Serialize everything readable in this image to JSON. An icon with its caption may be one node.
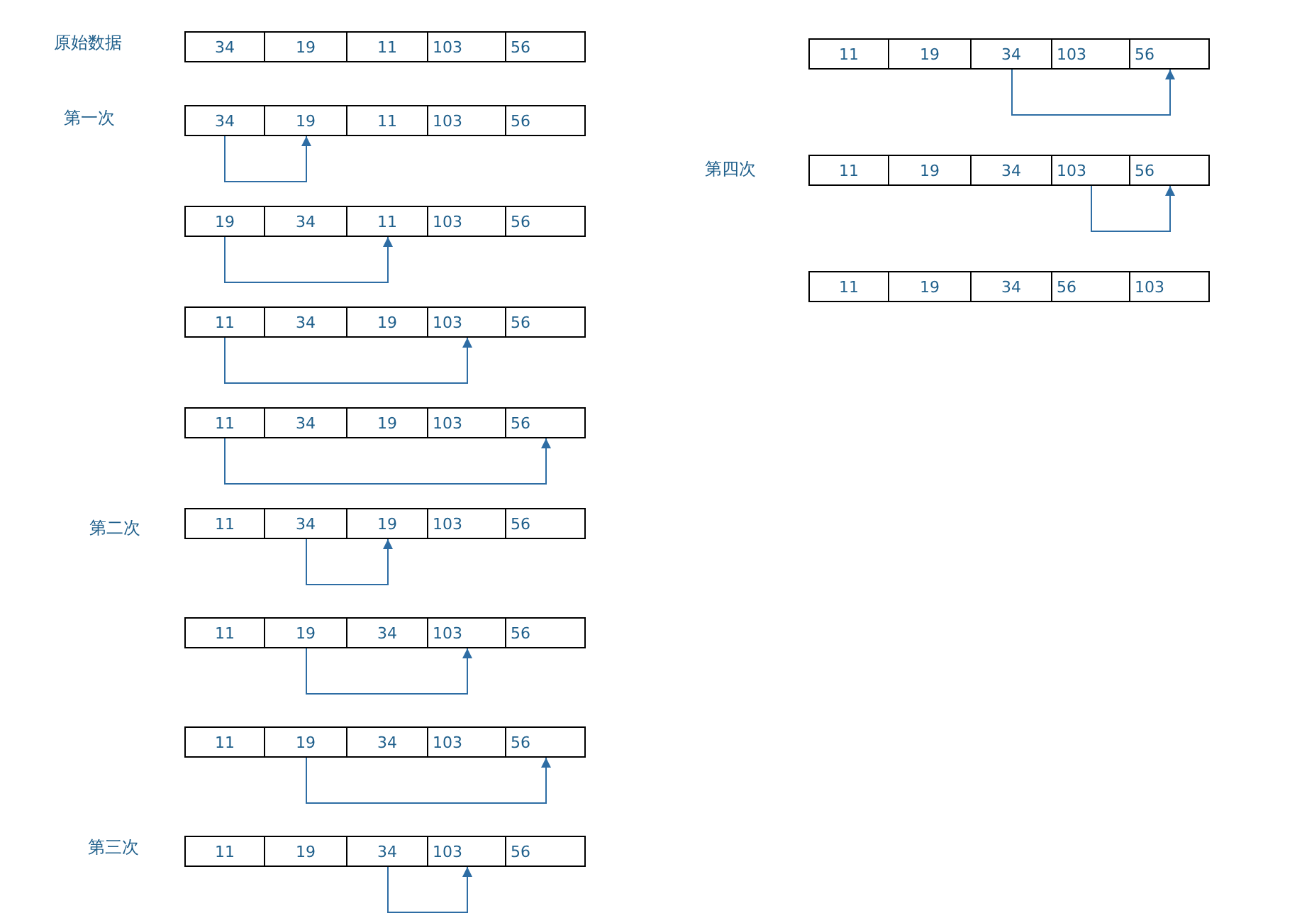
{
  "diagram": {
    "nodes": [
      {
        "text": [
          "34"
        ]
      },
      {
        "text": [
          "19"
        ]
      },
      {
        "text": [
          "11"
        ]
      },
      {
        "text": [
          "103"
        ]
      },
      {
        "text": [
          "56"
        ]
      },
      {
        "text": [
          "34"
        ]
      },
      {
        "text": [
          "19"
        ]
      },
      {
        "text": [
          "11"
        ]
      },
      {
        "text": [
          "103"
        ]
      },
      {
        "text": [
          "56"
        ]
      },
      {
        "text": [
          "19"
        ]
      },
      {
        "text": [
          "34"
        ]
      },
      {
        "text": [
          "11"
        ]
      },
      {
        "text": [
          "103"
        ]
      },
      {
        "text": [
          "56"
        ]
      },
      {
        "text": [
          "11"
        ]
      },
      {
        "text": [
          "34"
        ]
      },
      {
        "text": [
          "19"
        ]
      },
      {
        "text": [
          "103"
        ]
      },
      {
        "text": [
          "56"
        ]
      },
      {
        "text": [
          "11"
        ]
      },
      {
        "text": [
          "34"
        ]
      },
      {
        "text": [
          "19"
        ]
      },
      {
        "text": [
          "103"
        ]
      },
      {
        "text": [
          "56"
        ]
      },
      {
        "text": [
          "11"
        ]
      },
      {
        "text": [
          "34"
        ]
      },
      {
        "text": [
          "19"
        ]
      },
      {
        "text": [
          "103"
        ]
      },
      {
        "text": [
          "56"
        ]
      },
      {
        "text": [
          "11"
        ]
      },
      {
        "text": [
          "19"
        ]
      },
      {
        "text": [
          "34"
        ]
      },
      {
        "text": [
          "103"
        ]
      },
      {
        "text": [
          "56"
        ]
      },
      {
        "text": [
          "11"
        ]
      },
      {
        "text": [
          "19"
        ]
      },
      {
        "text": [
          "34"
        ]
      },
      {
        "text": [
          "103"
        ]
      },
      {
        "text": [
          "56"
        ]
      },
      {
        "text": [
          "11"
        ]
      },
      {
        "text": [
          "19"
        ]
      },
      {
        "text": [
          "34"
        ]
      },
      {
        "text": [
          "103"
        ]
      },
      {
        "text": [
          "56"
        ]
      },
      {
        "text": [
          "11"
        ]
      },
      {
        "text": [
          "19"
        ]
      },
      {
        "text": [
          "34"
        ]
      },
      {
        "text": [
          "103"
        ]
      },
      {
        "text": [
          "56"
        ]
      },
      {
        "text": [
          "11"
        ]
      },
      {
        "text": [
          "19"
        ]
      },
      {
        "text": [
          "34"
        ]
      },
      {
        "text": [
          "103"
        ]
      },
      {
        "text": [
          "56"
        ]
      },
      {
        "text": [
          "11"
        ]
      },
      {
        "text": [
          "19"
        ]
      },
      {
        "text": [
          "34"
        ]
      },
      {
        "text": [
          "56"
        ]
      },
      {
        "text": [
          "103"
        ]
      }
    ],
    "edges": [
      {
        "from": 5,
        "to": 6,
        "arrow": "to"
      },
      {
        "from": 10,
        "to": 12,
        "arrow": "to"
      },
      {
        "from": 15,
        "to": 18,
        "arrow": "to"
      },
      {
        "from": 20,
        "to": 24,
        "arrow": "to"
      },
      {
        "from": 26,
        "to": 27,
        "arrow": "to"
      },
      {
        "from": 31,
        "to": 33,
        "arrow": "to"
      },
      {
        "from": 36,
        "to": 39,
        "arrow": "to"
      },
      {
        "from": 42,
        "to": 43,
        "arrow": "to"
      },
      {
        "from": 47,
        "to": 49,
        "arrow": "to"
      },
      {
        "from": 53,
        "to": 54,
        "arrow": "to"
      }
    ],
    "labels": [
      "原始数据",
      "第一次",
      "第二次",
      "第三次",
      "第四次"
    ]
  }
}
